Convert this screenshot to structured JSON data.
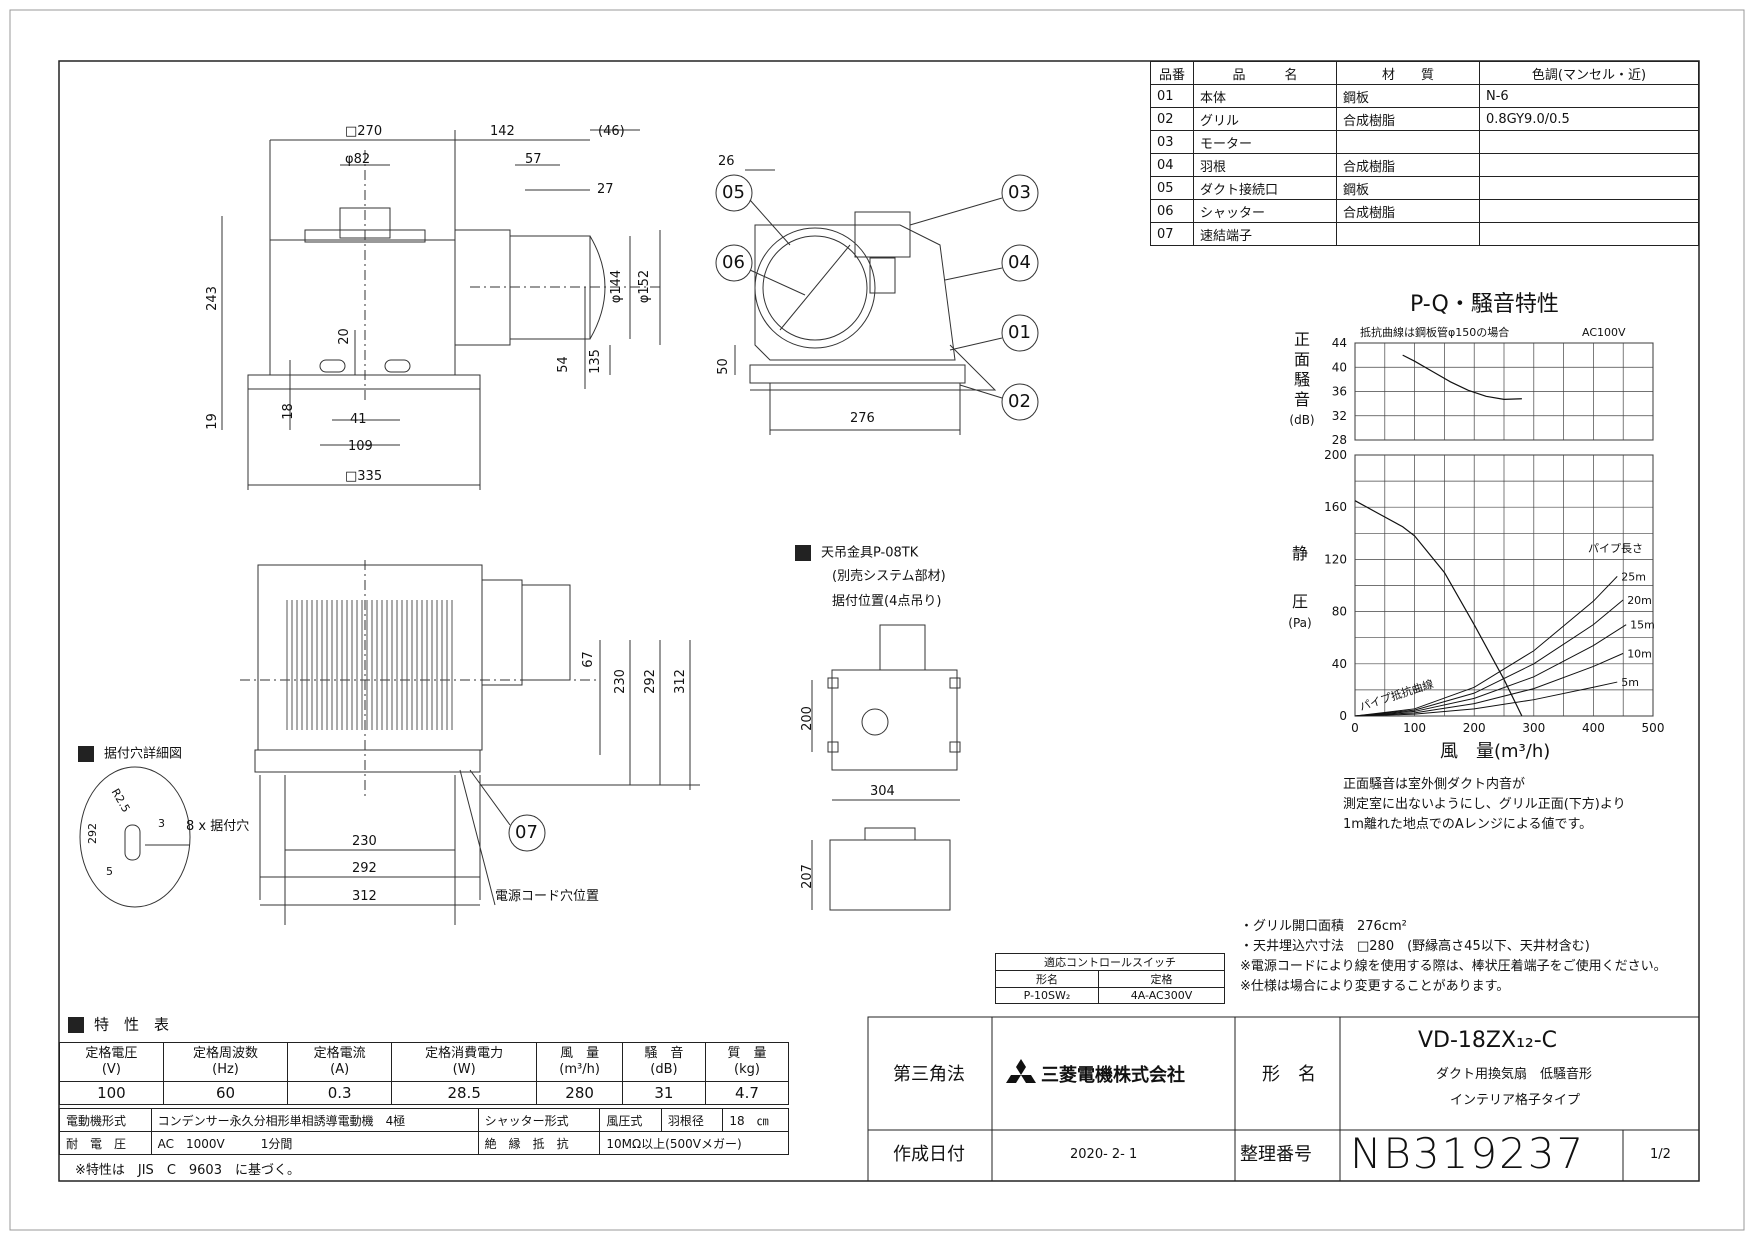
{
  "parts_table": {
    "headers": [
      "品番",
      "品　　　名",
      "材　　質",
      "色調(マンセル・近)"
    ],
    "rows": [
      [
        "01",
        "本体",
        "鋼板",
        "N-6"
      ],
      [
        "02",
        "グリル",
        "合成樹脂",
        "0.8GY9.0/0.5"
      ],
      [
        "03",
        "モーター",
        "",
        ""
      ],
      [
        "04",
        "羽根",
        "合成樹脂",
        ""
      ],
      [
        "05",
        "ダクト接続口",
        "鋼板",
        ""
      ],
      [
        "06",
        "シャッター",
        "合成樹脂",
        ""
      ],
      [
        "07",
        "速結端子",
        "",
        ""
      ]
    ]
  },
  "front_view": {
    "dims": [
      "□270",
      "142",
      "(46)",
      "φ82",
      "57",
      "27",
      "243",
      "φ144",
      "φ152",
      "20",
      "54",
      "135",
      "19",
      "18",
      "41",
      "109",
      "□335"
    ]
  },
  "side_view": {
    "dims": [
      "26",
      "50",
      "276"
    ],
    "callouts": [
      "05",
      "06",
      "03",
      "04",
      "01",
      "02"
    ]
  },
  "bottom_view": {
    "dims": [
      "67",
      "230",
      "292",
      "312",
      "230",
      "292",
      "312"
    ],
    "callout": "07",
    "cord_label": "電源コード穴位置"
  },
  "mount_detail": {
    "title": "据付穴詳細図",
    "dims": [
      "292",
      "R2.5",
      "3",
      "5"
    ],
    "label": "8 x 据付穴"
  },
  "hanger": {
    "title": "天吊金具P-08TK",
    "line2": "(別売システム部材)",
    "line3": "据付位置(4点吊り)",
    "dims": [
      "200",
      "304",
      "207"
    ]
  },
  "chart_data": {
    "type": "line",
    "title": "P-Q・騒音特性",
    "noise_ylabel": [
      "正",
      "面",
      "騒",
      "音",
      "(dB)"
    ],
    "noise_note": "抵抗曲線は鋼板管φ150の場合",
    "voltage": "AC100V",
    "noise_yticks": [
      28,
      32,
      36,
      40,
      44
    ],
    "noise_ylim": [
      28,
      44
    ],
    "noise_series": {
      "name": "",
      "x": [
        80,
        100,
        130,
        160,
        190,
        220,
        250,
        280
      ],
      "y": [
        42,
        41,
        39.3,
        37.6,
        36.2,
        35.2,
        34.7,
        34.8
      ]
    },
    "pressure_ylabel": [
      "静",
      "圧",
      "(Pa)"
    ],
    "pressure_yticks": [
      0,
      40,
      80,
      120,
      160,
      200
    ],
    "pressure_ylim": [
      0,
      200
    ],
    "xlabel": "風　量(m³/h)",
    "xticks": [
      0,
      100,
      200,
      300,
      400,
      500
    ],
    "xlim": [
      0,
      500
    ],
    "pq_curve": {
      "x": [
        0,
        40,
        80,
        100,
        150,
        200,
        250,
        280
      ],
      "y": [
        165,
        155,
        145,
        138,
        110,
        70,
        28,
        0
      ]
    },
    "pipe_label": "パイプ長さ",
    "pipe_resistance_label": "パイプ抵抗曲線",
    "pipe_curves": [
      {
        "name": "25m",
        "x": [
          0,
          100,
          200,
          300,
          400,
          440
        ],
        "y": [
          0,
          5.5,
          22,
          50,
          88,
          107
        ]
      },
      {
        "name": "20m",
        "x": [
          0,
          100,
          200,
          300,
          400,
          450
        ],
        "y": [
          0,
          4.5,
          17.5,
          40,
          70,
          89
        ]
      },
      {
        "name": "15m",
        "x": [
          0,
          100,
          200,
          300,
          400,
          455
        ],
        "y": [
          0,
          3.5,
          13.5,
          30,
          54,
          70
        ]
      },
      {
        "name": "10m",
        "x": [
          0,
          100,
          200,
          300,
          400,
          450
        ],
        "y": [
          0,
          2.4,
          9.5,
          21,
          38,
          48
        ]
      },
      {
        "name": "5m",
        "x": [
          0,
          100,
          200,
          300,
          400,
          440
        ],
        "y": [
          0,
          1.4,
          5.5,
          12.5,
          22,
          26
        ]
      }
    ],
    "note": [
      "正面騒音は室外側ダクト内音が",
      "測定室に出ないようにし、グリル正面(下方)より",
      "1m離れた地点でのAレンジによる値です。"
    ]
  },
  "spec_notes": [
    "・グリル開口面積　276cm²",
    "・天井埋込穴寸法　□280　(野縁高さ45以下、天井材含む)",
    "※電源コードにより線を使用する際は、棒状圧着端子をご使用ください。",
    "※仕様は場合により変更することがあります。"
  ],
  "switch_table": {
    "title": "適応コントロールスイッチ",
    "headers": [
      "形名",
      "定格"
    ],
    "row": [
      "P-10SW₂",
      "4A-AC300V"
    ]
  },
  "characteristics": {
    "title": "特　性　表",
    "headers": [
      "定格電圧\n(V)",
      "定格周波数\n(Hz)",
      "定格電流\n(A)",
      "定格消費電力\n(W)",
      "風　量\n(m³/h)",
      "騒　音\n(dB)",
      "質　量\n(kg)"
    ],
    "values": [
      "100",
      "60",
      "0.3",
      "28.5",
      "280",
      "31",
      "4.7"
    ],
    "motor_label": "電動機形式",
    "motor_value": "コンデンサー永久分相形単相誘導電動機　4極",
    "shutter_label": "シャッター形式",
    "shutter_value": "風圧式",
    "blade_label": "羽根径",
    "blade_value": "18　㎝",
    "voltage_label": "耐　電　圧",
    "voltage_value": "AC　1000V　　　1分間",
    "insulation_label": "絶　縁　抵　抗",
    "insulation_value": "10MΩ以上(500Vメガー)",
    "footnote": "※特性は　JIS　C　9603　に基づく。"
  },
  "title_block": {
    "projection": "第三角法",
    "company": "三菱電機株式会社",
    "model_label": "形　名",
    "model": "VD-18ZX₁₂-C",
    "desc1": "ダクト用換気扇　低騒音形",
    "desc2": "インテリア格子タイプ",
    "date_label": "作成日付",
    "date": "2020- 2- 1",
    "ref_label": "整理番号",
    "ref_no": "NB319237",
    "page": "1/2"
  }
}
